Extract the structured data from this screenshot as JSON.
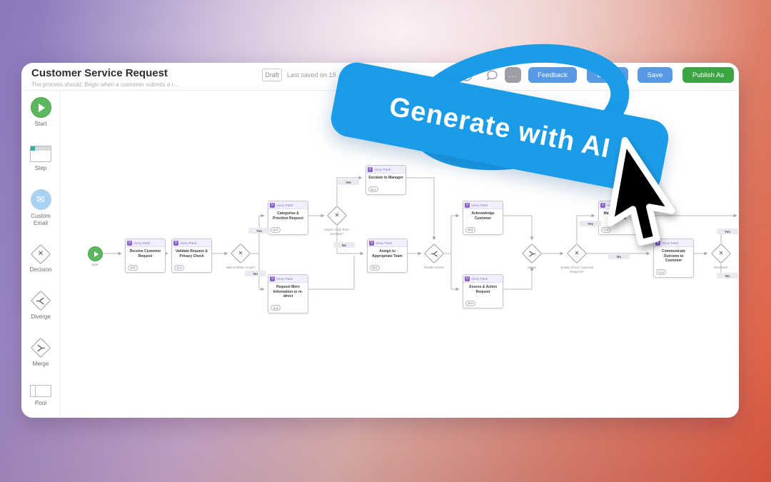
{
  "header": {
    "title": "Customer Service Request",
    "subtitle": "The process should: Begin when a customer submits a r...",
    "status_badge": "Draft",
    "last_saved": "Last saved on 19",
    "more_button": "...",
    "feedback_button": "Feedback",
    "details_button": "Details",
    "save_button": "Save",
    "publish_button": "Publish As"
  },
  "overlay": {
    "banner_text": "Generate with AI"
  },
  "colors": {
    "banner_blue": "#1b9ce8",
    "button_blue": "#579ae3",
    "publish_green": "#3da443",
    "start_green": "#5cb85f",
    "avatar_purple": "#8a63cc"
  },
  "sidebar": {
    "items": [
      {
        "label": "Start",
        "icon": "start-play-icon"
      },
      {
        "label": "Step",
        "icon": "step-card-icon"
      },
      {
        "label": "Custom Email",
        "icon": "email-icon"
      },
      {
        "label": "Decision",
        "icon": "decision-diamond-icon"
      },
      {
        "label": "Diverge",
        "icon": "diverge-diamond-icon"
      },
      {
        "label": "Merge",
        "icon": "merge-diamond-icon"
      },
      {
        "label": "Pool",
        "icon": "pool-icon"
      },
      {
        "label": "",
        "icon": "note-icon"
      }
    ]
  },
  "canvas": {
    "start_label": "Start",
    "nodes": [
      {
        "assignee": "Vinny Patel",
        "initial": "V",
        "title": "Receive Customer Request",
        "badge": "A-0"
      },
      {
        "assignee": "Vinny Patel",
        "initial": "V",
        "title": "Validate Request & Privacy Check",
        "badge": "A-1"
      },
      {
        "assignee": "Vinny Patel",
        "initial": "V",
        "title": "Categorise & Prioritise Request",
        "badge": "A-2"
      },
      {
        "assignee": "Vinny Patel",
        "initial": "V",
        "title": "Request More Information or re-direct",
        "badge": "A-3"
      },
      {
        "assignee": "Vinny Patel",
        "initial": "V",
        "title": "Escalate to Manager",
        "badge": "B-1"
      },
      {
        "assignee": "Vinny Patel",
        "initial": "V",
        "title": "Assign to Appropriate Team",
        "badge": "B-2"
      },
      {
        "assignee": "Vinny Patel",
        "initial": "V",
        "title": "Acknowledge Customer",
        "badge": "B-3"
      },
      {
        "assignee": "Vinny Patel",
        "initial": "V",
        "title": "Assess & Action Request",
        "badge": "B-4"
      },
      {
        "assignee": "Vinny Patel",
        "initial": "V",
        "title": "Manager Review / Approval",
        "badge": "C-1"
      },
      {
        "assignee": "Vinny Patel",
        "initial": "V",
        "title": "Communicate Outcome to Customer",
        "badge": "C-2"
      }
    ],
    "decisions": [
      {
        "label": "Valid & Within Scope?"
      },
      {
        "label": "Urgent / High Risk / Sensitive?"
      },
      {
        "label": "Parallel actions"
      },
      {
        "label": "Merge"
      },
      {
        "label": "Quality Check / Approval Required?"
      },
      {
        "label": "Resolved?"
      }
    ],
    "edge_labels": [
      {
        "text": "Yes"
      },
      {
        "text": "No"
      },
      {
        "text": "Yes"
      },
      {
        "text": "No"
      },
      {
        "text": "Yes"
      },
      {
        "text": "No"
      },
      {
        "text": "Yes"
      },
      {
        "text": "No"
      }
    ]
  }
}
